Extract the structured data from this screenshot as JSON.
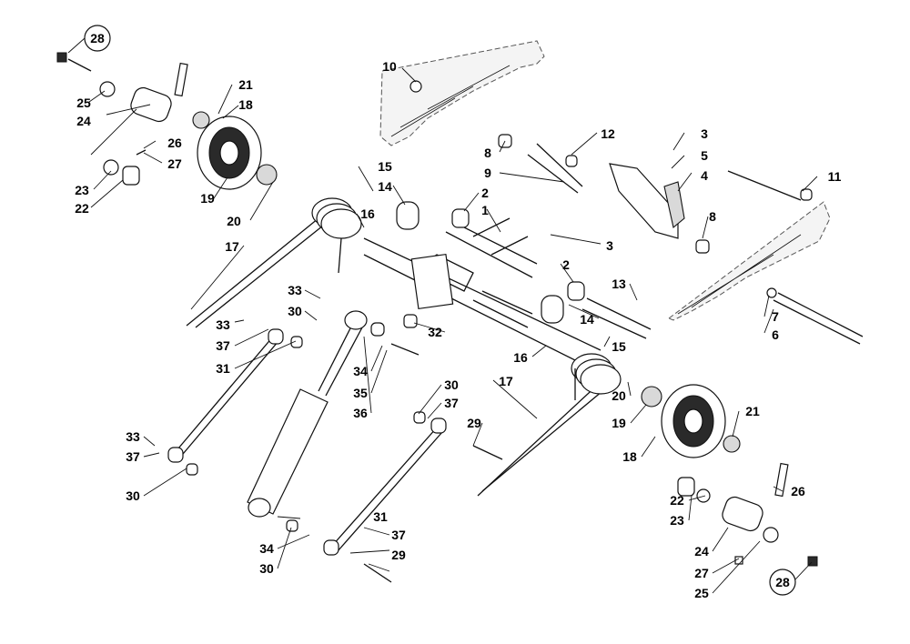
{
  "callouts": [
    {
      "id": "c28a",
      "label": "28"
    },
    {
      "id": "c25a",
      "label": "25"
    },
    {
      "id": "c24a",
      "label": "24"
    },
    {
      "id": "c21a",
      "label": "21"
    },
    {
      "id": "c18a",
      "label": "18"
    },
    {
      "id": "c26a",
      "label": "26"
    },
    {
      "id": "c27a",
      "label": "27"
    },
    {
      "id": "c23a",
      "label": "23"
    },
    {
      "id": "c22a",
      "label": "22"
    },
    {
      "id": "c19a",
      "label": "19"
    },
    {
      "id": "c20a",
      "label": "20"
    },
    {
      "id": "c17a",
      "label": "17"
    },
    {
      "id": "c15a",
      "label": "15"
    },
    {
      "id": "c14a",
      "label": "14"
    },
    {
      "id": "c16a",
      "label": "16"
    },
    {
      "id": "c10",
      "label": "10"
    },
    {
      "id": "c8a",
      "label": "8"
    },
    {
      "id": "c9",
      "label": "9"
    },
    {
      "id": "c12",
      "label": "12"
    },
    {
      "id": "c3a",
      "label": "3"
    },
    {
      "id": "c5",
      "label": "5"
    },
    {
      "id": "c4",
      "label": "4"
    },
    {
      "id": "c11",
      "label": "11"
    },
    {
      "id": "c8b",
      "label": "8"
    },
    {
      "id": "c2a",
      "label": "2"
    },
    {
      "id": "c1",
      "label": "1"
    },
    {
      "id": "c3b",
      "label": "3"
    },
    {
      "id": "c2b",
      "label": "2"
    },
    {
      "id": "c13",
      "label": "13"
    },
    {
      "id": "c7",
      "label": "7"
    },
    {
      "id": "c6",
      "label": "6"
    },
    {
      "id": "c33a",
      "label": "33"
    },
    {
      "id": "c30a",
      "label": "30"
    },
    {
      "id": "c33b",
      "label": "33"
    },
    {
      "id": "c37a",
      "label": "37"
    },
    {
      "id": "c31a",
      "label": "31"
    },
    {
      "id": "c32",
      "label": "32"
    },
    {
      "id": "c14b",
      "label": "14"
    },
    {
      "id": "c15b",
      "label": "15"
    },
    {
      "id": "c34a",
      "label": "34"
    },
    {
      "id": "c35",
      "label": "35"
    },
    {
      "id": "c36",
      "label": "36"
    },
    {
      "id": "c16b",
      "label": "16"
    },
    {
      "id": "c17b",
      "label": "17"
    },
    {
      "id": "c30b",
      "label": "30"
    },
    {
      "id": "c37b",
      "label": "37"
    },
    {
      "id": "c29a",
      "label": "29"
    },
    {
      "id": "c20b",
      "label": "20"
    },
    {
      "id": "c19b",
      "label": "19"
    },
    {
      "id": "c21b",
      "label": "21"
    },
    {
      "id": "c18b",
      "label": "18"
    },
    {
      "id": "c33c",
      "label": "33"
    },
    {
      "id": "c37c",
      "label": "37"
    },
    {
      "id": "c30c",
      "label": "30"
    },
    {
      "id": "c26b",
      "label": "26"
    },
    {
      "id": "c22b",
      "label": "22"
    },
    {
      "id": "c23b",
      "label": "23"
    },
    {
      "id": "c24b",
      "label": "24"
    },
    {
      "id": "c27b",
      "label": "27"
    },
    {
      "id": "c25b",
      "label": "25"
    },
    {
      "id": "c28b",
      "label": "28"
    },
    {
      "id": "c31b",
      "label": "31"
    },
    {
      "id": "c37d",
      "label": "37"
    },
    {
      "id": "c29b",
      "label": "29"
    },
    {
      "id": "c34b",
      "label": "34"
    },
    {
      "id": "c30d",
      "label": "30"
    }
  ]
}
